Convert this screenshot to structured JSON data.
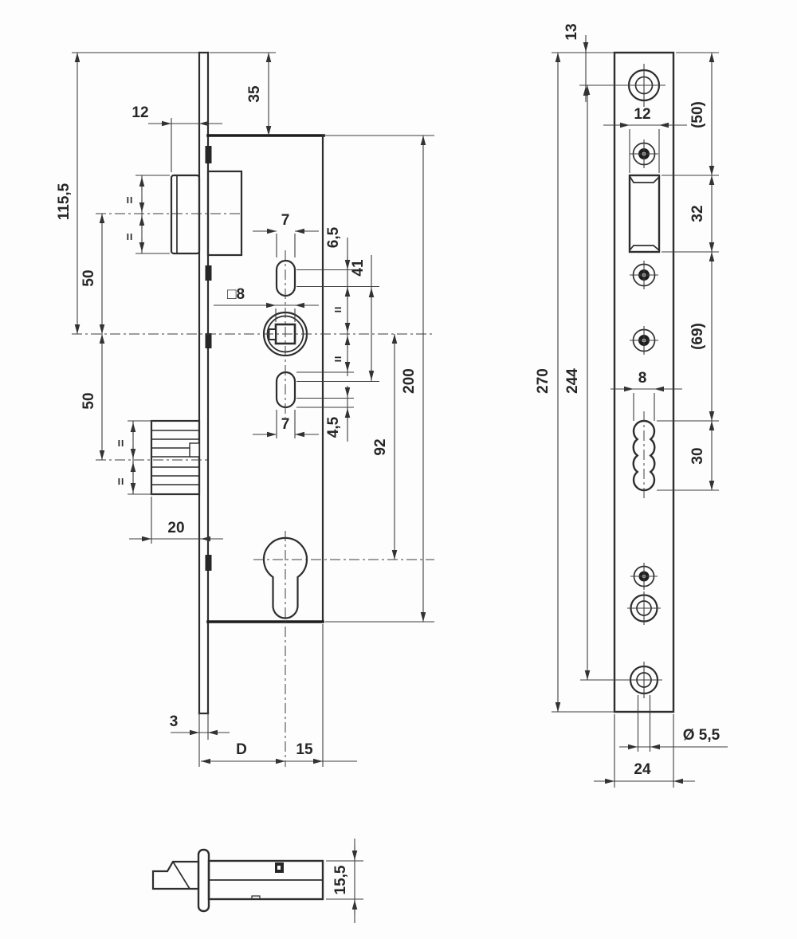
{
  "drawing": {
    "type": "mortise-lock technical drawing, dimensioned, two views plus latch section detail",
    "left_view": {
      "d12": "12",
      "d35": "35",
      "d115": "115,5",
      "d50a": "50",
      "d50b": "50",
      "d7a": "7",
      "d65": "6,5",
      "d41": "41",
      "dsq8": "□8",
      "d200": "200",
      "d92": "92",
      "d45": "4,5",
      "d7b": "7",
      "d20": "20",
      "d3": "3",
      "dD": "D",
      "d15": "15",
      "eq": "="
    },
    "right_view": {
      "d13": "13",
      "d12": "12",
      "d50": "(50)",
      "d32": "32",
      "d69": "(69)",
      "d8": "8",
      "d30": "30",
      "d270": "270",
      "d244": "244",
      "d55": "Ø 5,5",
      "d24": "24"
    },
    "detail_view": {
      "d155": "15,5"
    }
  }
}
